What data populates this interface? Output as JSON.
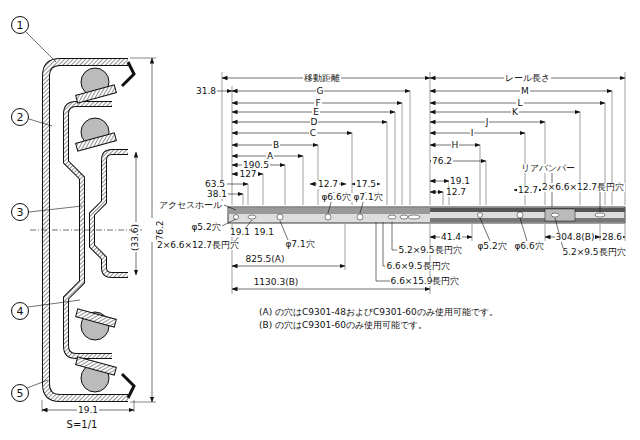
{
  "diagram": {
    "nodes": [
      {
        "text": [
          "1"
        ]
      },
      {
        "text": [
          "2"
        ]
      },
      {
        "text": [
          "3"
        ]
      },
      {
        "text": [
          "4"
        ]
      },
      {
        "text": [
          "5"
        ]
      }
    ],
    "labels": [
      "(33.6)",
      "76.2",
      "19.1",
      "S=1/1",
      "31.8",
      "移動距離",
      "レール長さ",
      "G",
      "F",
      "E",
      "D",
      "C",
      "B",
      "A",
      "190.5",
      "127",
      "63.5",
      "38.1",
      "アクセスホール",
      "φ5.2穴",
      "19.1",
      "2×6.6×12.7長円穴",
      "19.1",
      "φ7.1穴",
      "825.5(A)",
      "1130.3(B)",
      "12.7",
      "φ6.6穴",
      "17.5",
      "φ7.1穴",
      "76.2",
      "19.1",
      "12.7",
      "5.2×9.5長円穴",
      "6.6×9.5長円穴",
      "6.6×15.9長円穴",
      "41.4",
      "M",
      "L",
      "K",
      "J",
      "I",
      "H",
      "リアバンパー",
      "12.7",
      "2×6.6×12.7長円穴",
      "304.8(B)",
      "28.6",
      "φ5.2穴",
      "φ6.6穴",
      "5.2×9.5長円穴",
      "(A) の穴はC9301-48およびC9301-60のみ使用可能です。",
      "(B) の穴はC9301-60のみ使用可能です。"
    ]
  }
}
